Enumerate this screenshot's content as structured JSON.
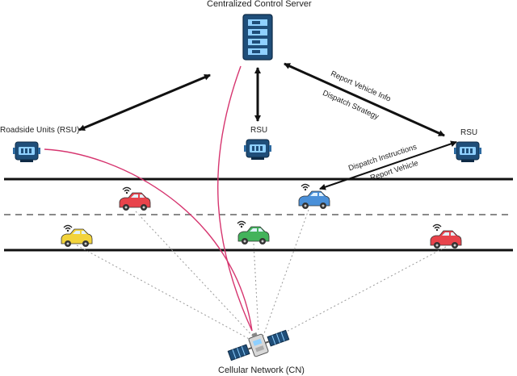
{
  "server": {
    "label": "Centralized Control Server",
    "icon": "server-icon"
  },
  "rsu": {
    "left_label": "Roadside Units (RSU)",
    "center_label": "RSU",
    "right_label": "RSU",
    "icon": "rsu-device-icon"
  },
  "links": {
    "report_vehicle_info": "Report Vehicle Info",
    "dispatch_strategy": "Dispatch Strategy",
    "dispatch_instructions": "Dispatch Instructions",
    "report_vehicle": "Report Vehicle"
  },
  "network": {
    "label": "Cellular Network (CN)",
    "icon": "satellite-icon"
  },
  "vehicles": [
    {
      "name": "red-car-lane1",
      "color": "#e8434b"
    },
    {
      "name": "blue-car-lane1",
      "color": "#4a90d9"
    },
    {
      "name": "yellow-car-lane2",
      "color": "#f2d33b"
    },
    {
      "name": "green-car-lane2",
      "color": "#43b35b"
    },
    {
      "name": "red-car-lane2",
      "color": "#e8434b"
    }
  ],
  "colors": {
    "road": "#111111",
    "lane_divider": "#8a8a8a",
    "cellular_link": "#d6356f",
    "dotted_link": "#9a9a9a",
    "device_body": "#1f4e79",
    "device_accent": "#8fd0ff"
  }
}
